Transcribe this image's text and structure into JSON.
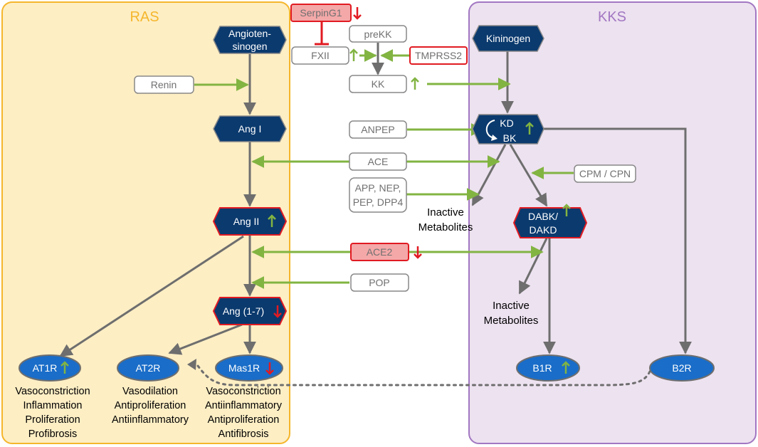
{
  "regions": {
    "ras": {
      "title": "RAS",
      "color": "#f5b62b"
    },
    "kks": {
      "title": "KKS",
      "color": "#a277c2"
    }
  },
  "colors": {
    "ras_fill": "#fdeec4",
    "kks_fill": "#ede2f0",
    "node_fill": "#0b3a6e",
    "receptor_fill": "#1a6dc8",
    "green_arrow": "#82b442",
    "red_mark": "#e11b22",
    "red_fill": "#f4a8a8",
    "gray_arrow": "#6e6e6e"
  },
  "nodes": {
    "angiotensinogen": {
      "line1": "Angioten-",
      "line2": "sinogen"
    },
    "ang1": {
      "label": "Ang I"
    },
    "ang2": {
      "label": "Ang II"
    },
    "ang17": {
      "label": "Ang (1-7)"
    },
    "kininogen": {
      "label": "Kininogen"
    },
    "kdbk": {
      "kd": "KD",
      "bk": "BK"
    },
    "dabk": {
      "line1": "DABK/",
      "line2": "DAKD"
    }
  },
  "enzymes": {
    "serping1": "SerpinG1",
    "prekk": "preKK",
    "fxii": "FXII",
    "tmprss2": "TMPRSS2",
    "renin": "Renin",
    "kk": "KK",
    "anpep": "ANPEP",
    "ace": "ACE",
    "cpm": "CPM / CPN",
    "app": [
      "APP, NEP,",
      "PEP, DPP4"
    ],
    "ace2": "ACE2",
    "pop": "POP"
  },
  "metabolites": {
    "inactive1": [
      "Inactive",
      "Metabolites"
    ],
    "inactive2": [
      "Inactive",
      "Metabolites"
    ]
  },
  "receptors": {
    "at1r": "AT1R",
    "at2r": "AT2R",
    "mas1r": "Mas1R",
    "b1r": "B1R",
    "b2r": "B2R"
  },
  "effects": {
    "at1r": [
      "Vasoconstriction",
      "Inflammation",
      "Proliferation",
      "Profibrosis"
    ],
    "at2r": [
      "Vasodilation",
      "Antiproliferation",
      "Antiinflammatory"
    ],
    "mas1r": [
      "Vasoconstriction",
      "Antiinflammatory",
      "Antiproliferation",
      "Antifibrosis"
    ]
  },
  "regulation": {
    "serping1": "down",
    "fxii": "up",
    "kk": "up",
    "kdbk": "up",
    "ang2": "up",
    "ace2": "down",
    "ang17": "down",
    "dabk": "up",
    "at1r": "up",
    "mas1r": "down",
    "b1r": "up"
  }
}
